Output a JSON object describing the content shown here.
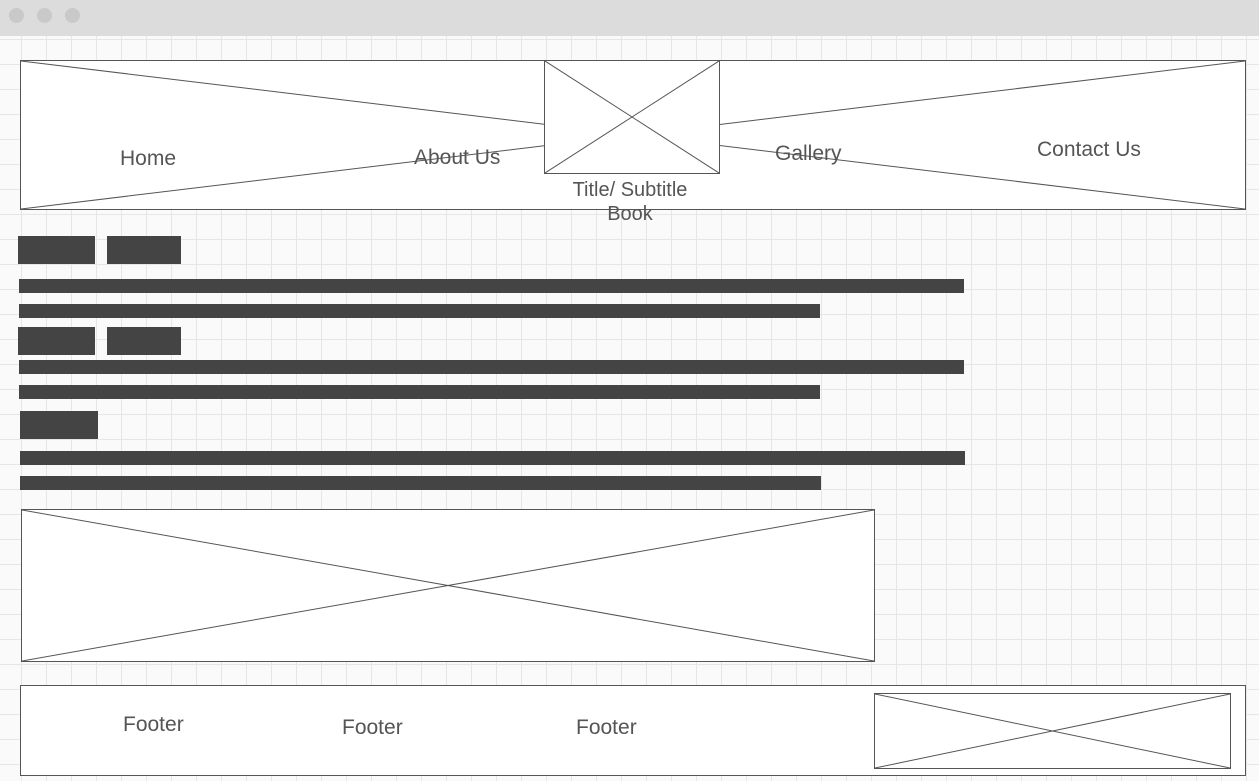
{
  "window": {
    "controls": [
      "close",
      "minimize",
      "maximize"
    ]
  },
  "header": {
    "nav": [
      "Home",
      "About Us",
      "Gallery",
      "Contact Us"
    ],
    "logo_icon": "image-placeholder-icon",
    "title_line1": "Title/ Subtitle",
    "title_line2": "Book"
  },
  "content": {
    "placeholder_color": "#444444"
  },
  "footer": {
    "links": [
      "Footer",
      "Footer",
      "Footer"
    ],
    "image_icon": "image-placeholder-icon"
  }
}
